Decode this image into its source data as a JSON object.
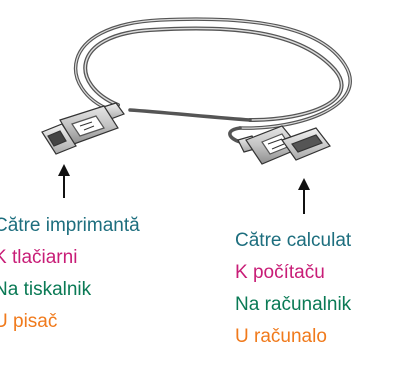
{
  "colors": {
    "teal": "#1d6e7e",
    "magenta": "#c81d77",
    "green": "#0a7a55",
    "orange": "#f07a1c",
    "cable": "#555555",
    "connector_body": "#c4c4c4"
  },
  "icons": {
    "left_connector": "usb-type-b-connector-icon",
    "right_connector": "usb-type-a-connector-icon",
    "arrow": "up-arrow-icon"
  },
  "labels": {
    "printer_end": [
      {
        "text": "Către imprimantă",
        "color": "teal"
      },
      {
        "text": "K tlačiarni",
        "color": "magenta"
      },
      {
        "text": "Na tiskalnik",
        "color": "green"
      },
      {
        "text": "U pisač",
        "color": "orange"
      }
    ],
    "computer_end": [
      {
        "text": "Către calculat",
        "color": "teal"
      },
      {
        "text": "K počítaču",
        "color": "magenta"
      },
      {
        "text": "Na računalnik",
        "color": "green"
      },
      {
        "text": "U računalo",
        "color": "orange"
      }
    ]
  }
}
